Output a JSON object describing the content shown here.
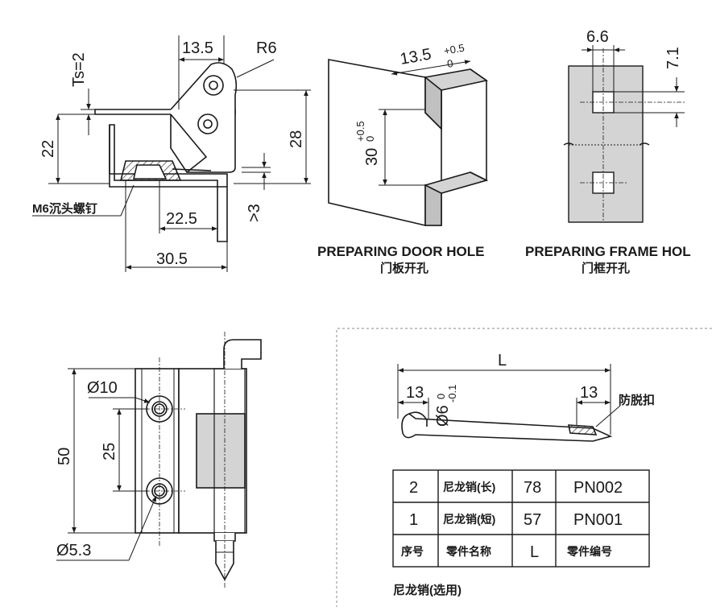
{
  "side_view": {
    "ts": "Ts=2",
    "dim_top": "13.5",
    "radius": "R6",
    "dim_left": "22",
    "dim_right": "28",
    "dim_gap": ">3",
    "dim_inner": "22.5",
    "dim_bottom": "30.5",
    "screw": "M6沉头螺钉"
  },
  "door_hole": {
    "dim_top": "13.5",
    "tol_top_upper": "+0.5",
    "tol_top_lower": "0",
    "dim_side": "30",
    "tol_side_upper": "+0.5",
    "tol_side_lower": "0",
    "title_en": "PREPARING DOOR HOLE",
    "title_cn": "门板开孔"
  },
  "frame_hole": {
    "dim_top": "6.6",
    "dim_side": "7.1",
    "title_en": "PREPARING FRAME HOL",
    "title_cn": "门框开孔"
  },
  "front_view": {
    "dia_top": "Ø10",
    "dim_height": "50",
    "dim_pitch": "25",
    "dia_bottom": "Ø5.3"
  },
  "pin": {
    "length": "L",
    "dim_left": "13",
    "dim_right": "13",
    "dia": "Ø6",
    "tol_upper": "0",
    "tol_lower": "-0.1",
    "clip": "防脱扣"
  },
  "parts_table": {
    "rows": [
      {
        "no": "2",
        "name": "尼龙销(长)",
        "l": "78",
        "code": "PN002"
      },
      {
        "no": "1",
        "name": "尼龙销(短)",
        "l": "57",
        "code": "PN001"
      }
    ],
    "header": {
      "no": "序号",
      "name": "零件名称",
      "l": "L",
      "code": "零件编号"
    },
    "caption": "尼龙销(选用)"
  },
  "colors": {
    "line": "#1a1a1a",
    "fill": "#d4d4d4",
    "hatch": "#555555"
  }
}
